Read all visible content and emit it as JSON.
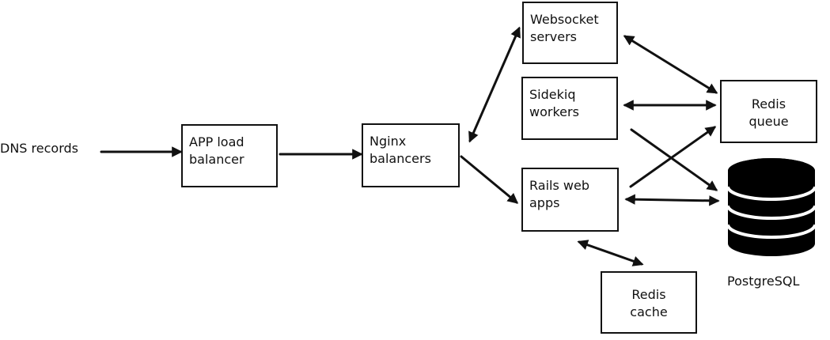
{
  "nodes": {
    "dns": {
      "label": "DNS records"
    },
    "app_lb": {
      "line1": "APP load",
      "line2": "balancer"
    },
    "nginx": {
      "line1": "Nginx",
      "line2": "balancers"
    },
    "websocket": {
      "line1": "Websocket",
      "line2": "servers"
    },
    "sidekiq": {
      "line1": "Sidekiq",
      "line2": "workers"
    },
    "rails": {
      "line1": "Rails web",
      "line2": "apps"
    },
    "redis_queue": {
      "line1": "Redis",
      "line2": "queue"
    },
    "postgres": {
      "label": "PostgreSQL"
    },
    "redis_cache": {
      "line1": "Redis",
      "line2": "cache"
    }
  },
  "edges": [
    {
      "from": "dns",
      "to": "app_lb",
      "direction": "forward"
    },
    {
      "from": "app_lb",
      "to": "nginx",
      "direction": "forward"
    },
    {
      "from": "nginx",
      "to": "websocket",
      "direction": "both"
    },
    {
      "from": "nginx",
      "to": "rails",
      "direction": "forward"
    },
    {
      "from": "websocket",
      "to": "redis_queue",
      "direction": "both"
    },
    {
      "from": "sidekiq",
      "to": "redis_queue",
      "direction": "both"
    },
    {
      "from": "sidekiq",
      "to": "postgres",
      "direction": "forward"
    },
    {
      "from": "rails",
      "to": "redis_queue",
      "direction": "forward"
    },
    {
      "from": "rails",
      "to": "postgres",
      "direction": "both"
    },
    {
      "from": "rails",
      "to": "redis_cache",
      "direction": "both"
    }
  ],
  "colors": {
    "stroke": "#111111",
    "fill": "#ffffff",
    "db": "#000000"
  }
}
